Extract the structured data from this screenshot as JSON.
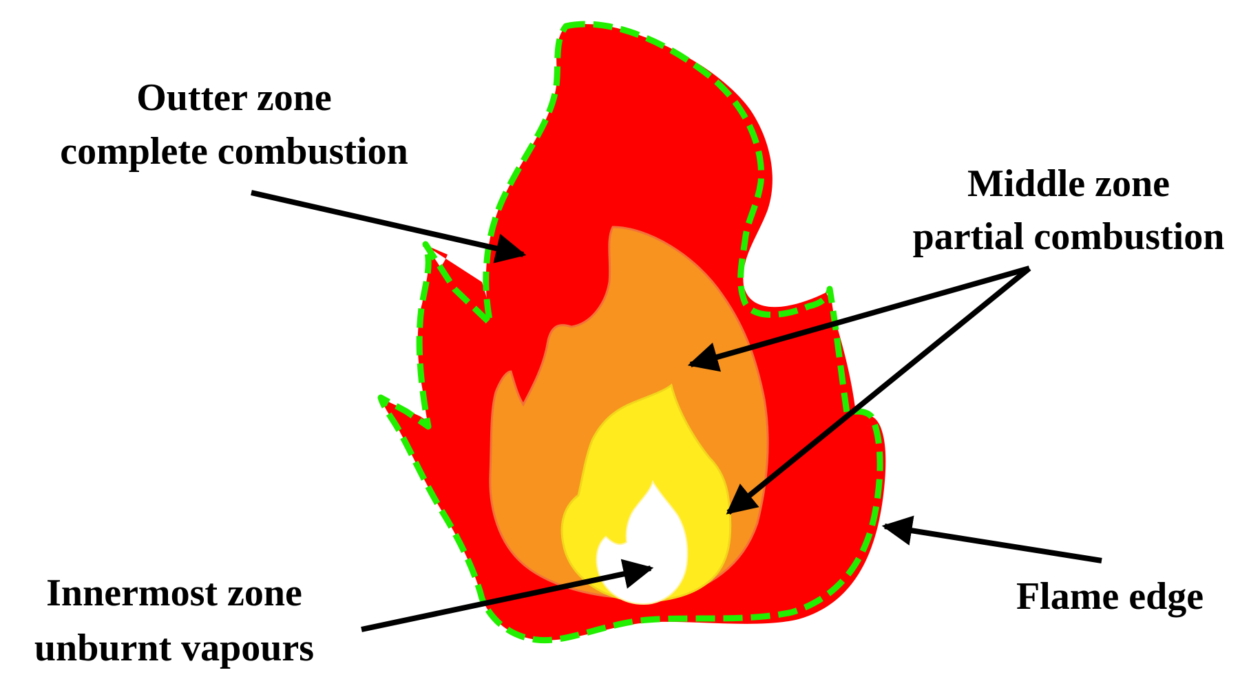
{
  "labels": {
    "outer_line1": "Outter zone",
    "outer_line2": "complete combustion",
    "middle_line1": "Middle zone",
    "middle_line2": "partial combustion",
    "inner_line1": "Innermost zone",
    "inner_line2": "unburnt vapours",
    "edge": "Flame edge"
  },
  "colors": {
    "outer_zone": "#ff0000",
    "middle_zone": "#f7931e",
    "inner_zone": "#ffeb1e",
    "core": "#ffffff",
    "flame_edge": "#22ee00",
    "arrow": "#000000"
  }
}
